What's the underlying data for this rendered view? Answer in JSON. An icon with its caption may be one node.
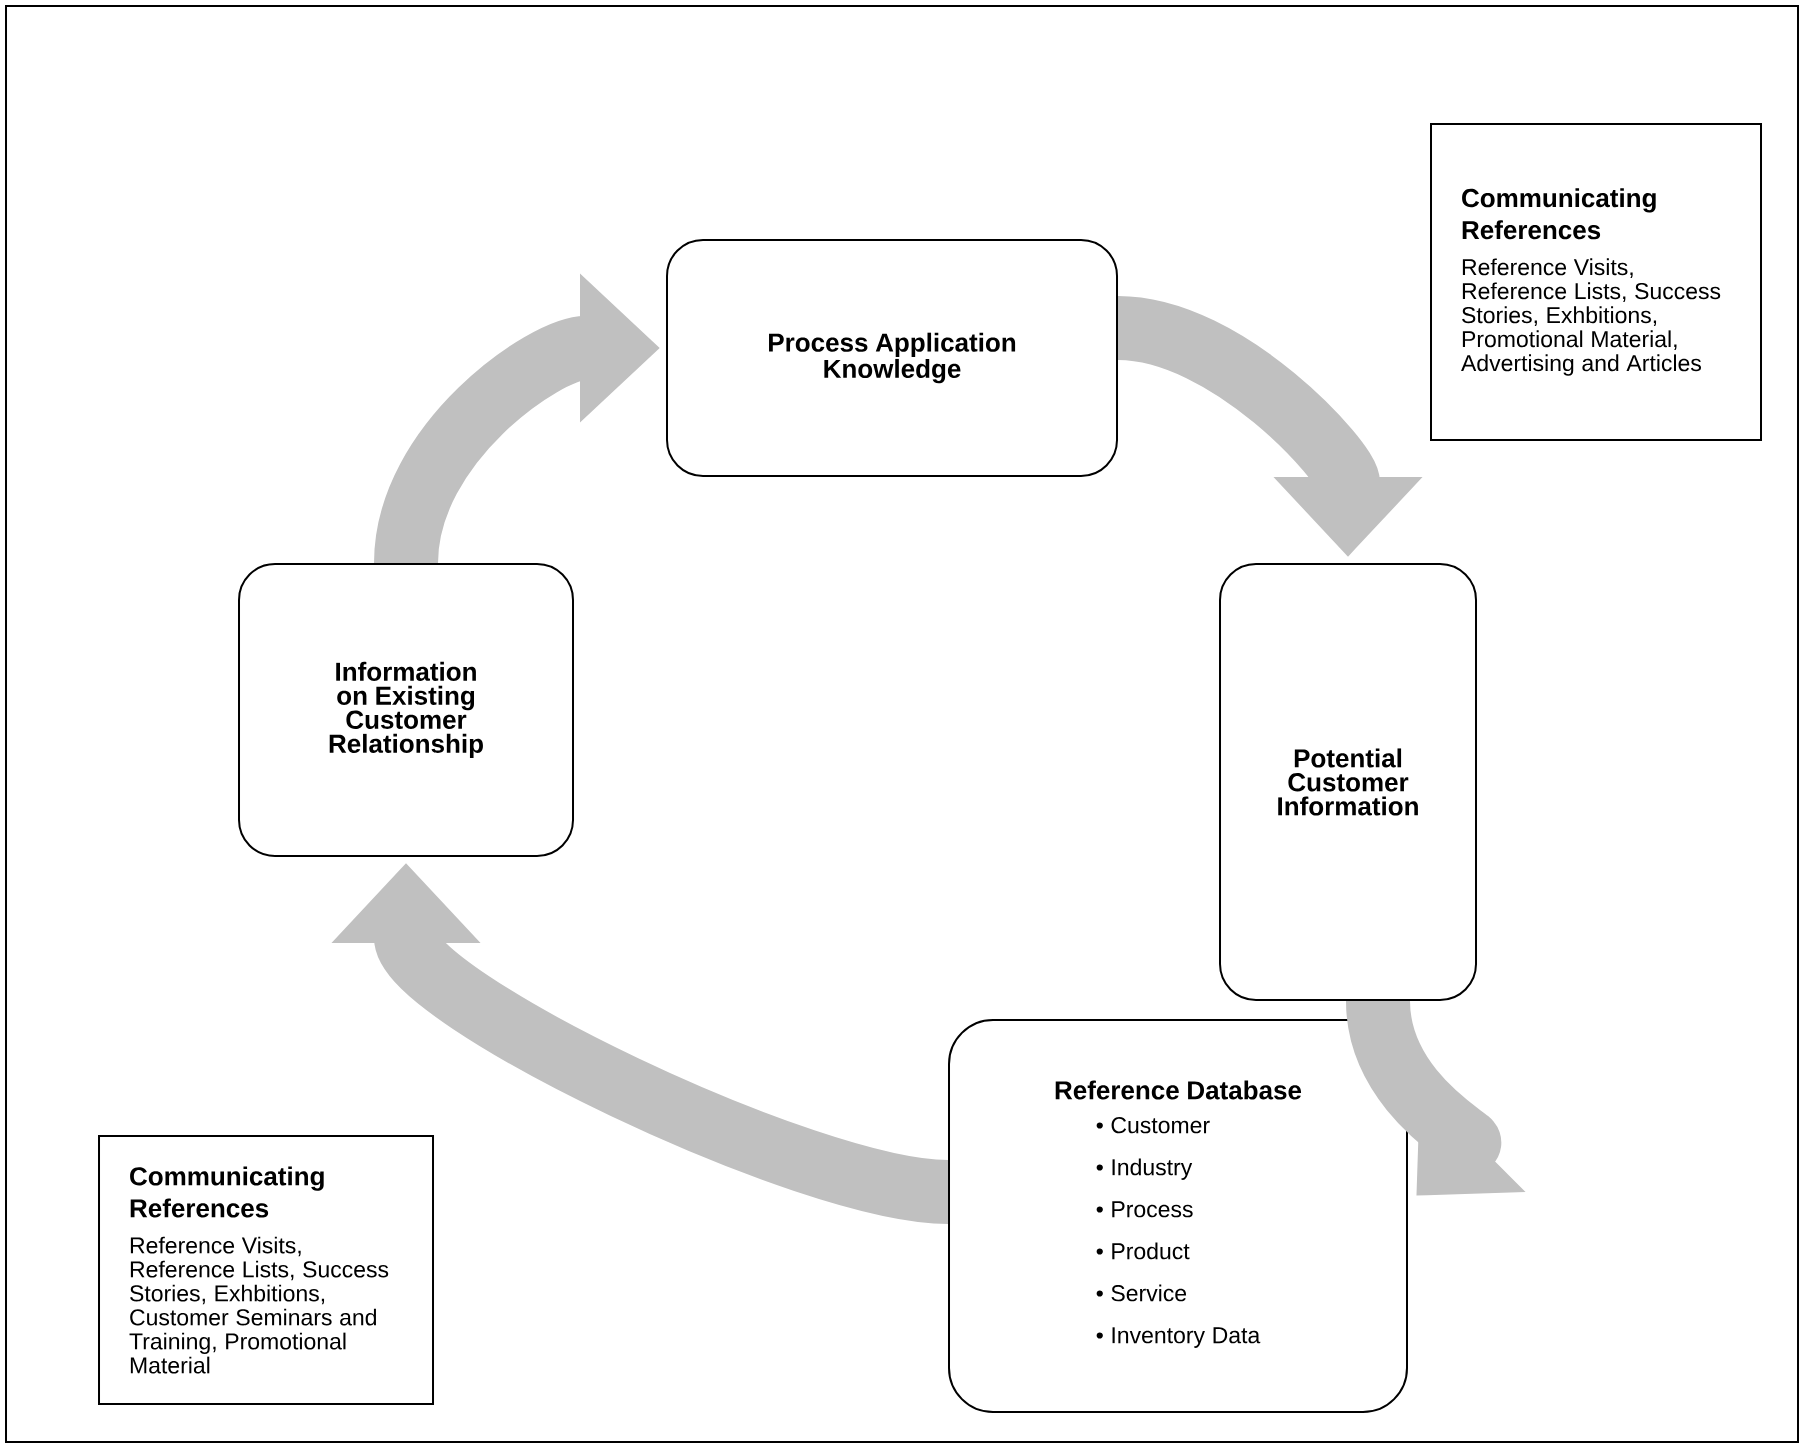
{
  "diagram": {
    "nodes": [
      {
        "text": [
          "Process Application Knowledge"
        ]
      },
      {
        "text": [
          "Potential Customer Information"
        ]
      },
      {
        "text": [
          "Reference Database",
          "• Customer",
          "• Industry",
          "• Process",
          "• Product",
          "• Service",
          "• Inventory Data"
        ]
      },
      {
        "text": [
          "Information on Existing Customer Relationship"
        ]
      },
      {
        "text": [
          "Communicating References",
          "Reference Visits, Reference Lists, Success Stories, Exhbitions, Promotional Material, Advertising and Articles"
        ]
      },
      {
        "text": [
          "Communicating References",
          "Reference Visits, Reference Lists, Success Stories, Exhbitions, Customer Seminars and Training, Promotional Material"
        ]
      }
    ],
    "edges": [
      {
        "from": 0,
        "to": 1,
        "arrow": "to"
      },
      {
        "from": 1,
        "to": 2,
        "arrow": "to"
      },
      {
        "from": 2,
        "to": 3,
        "arrow": "to"
      },
      {
        "from": 3,
        "to": 0,
        "arrow": "to"
      }
    ]
  }
}
